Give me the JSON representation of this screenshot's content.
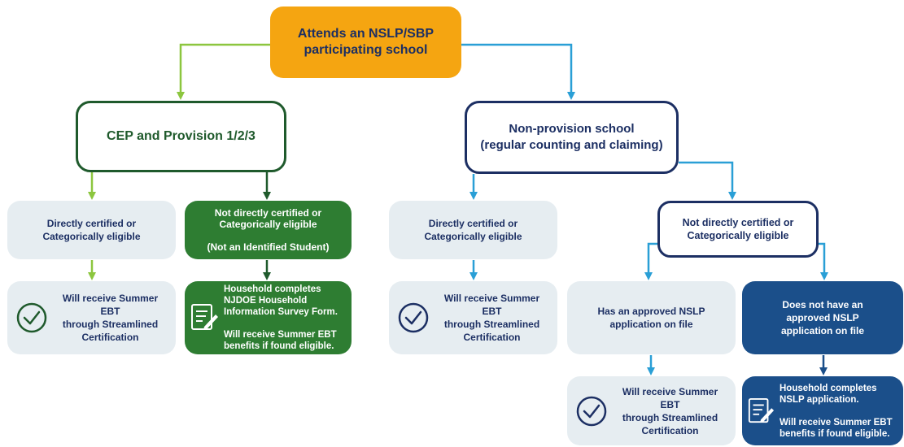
{
  "top": "Attends an NSLP/SBP\nparticipating school",
  "cep": "CEP and Provision 1/2/3",
  "nonprov": "Non-provision school\n(regular counting and claiming)",
  "left_dc": "Directly certified or\nCategorically eligible",
  "left_ndc": "Not directly certified or\nCategorically eligible\n\n(Not an Identified Student)",
  "left_dc_result": "Will receive Summer EBT\nthrough Streamlined\nCertification",
  "left_ndc_result": "Household completes\nNJDOE Household\nInformation Survey Form.\n\nWill receive Summer EBT\nbenefits if found eligible.",
  "mid_dc": "Directly certified or\nCategorically eligible",
  "mid_dc_result": "Will receive Summer EBT\nthrough Streamlined\nCertification",
  "right_ndc": "Not directly certified or\nCategorically eligible",
  "has_app": "Has an approved NSLP\napplication on file",
  "no_app": "Does not have an\napproved NSLP\napplication on file",
  "has_app_result": "Will receive Summer EBT\nthrough Streamlined\nCertification",
  "no_app_result": "Household completes\nNSLP application.\n\nWill receive Summer EBT\nbenefits if found eligible.",
  "icons": [
    "check-circle-icon",
    "form-pencil-icon"
  ],
  "colors": {
    "orange": "#f5a511",
    "green_dark": "#1f5a2c",
    "green_fill": "#2e7d32",
    "green_arrow": "#8cc63f",
    "navy": "#1c2f63",
    "blue_fill": "#1b4f8a",
    "blue_arrow": "#2a9fd6",
    "gray": "#e6edf1"
  }
}
